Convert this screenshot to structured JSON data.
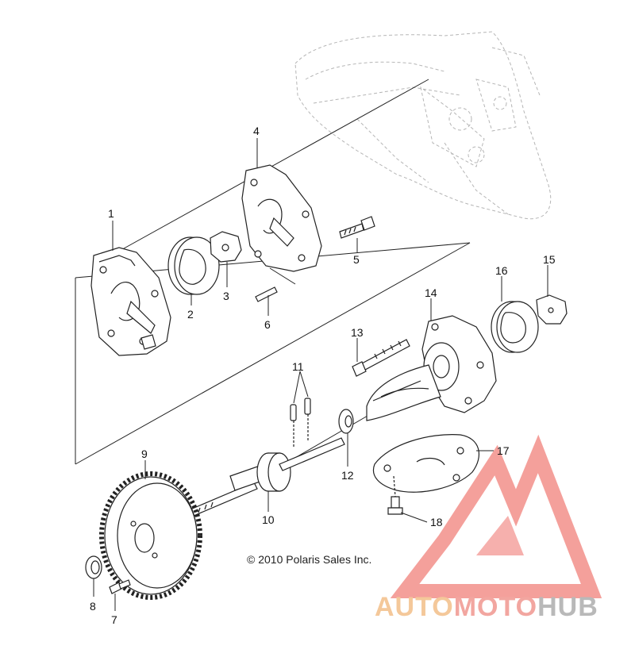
{
  "diagram": {
    "part_numbers": [
      "1",
      "2",
      "3",
      "4",
      "5",
      "6",
      "7",
      "8",
      "9",
      "10",
      "11",
      "12",
      "13",
      "14",
      "15",
      "16",
      "17",
      "18"
    ],
    "copyright": "© 2010 Polaris Sales Inc.",
    "watermark": {
      "part1": "AUTO",
      "part2": "MOTO",
      "part3": "HUB"
    }
  },
  "colors": {
    "line": "#222222",
    "ghost": "#b5b5b5",
    "logo_red": "#f28f8a",
    "logo_orange": "#f4c89a",
    "logo_gray": "#b9b9b9"
  }
}
